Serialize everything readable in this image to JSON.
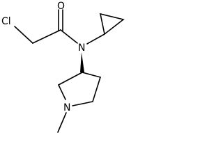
{
  "molecule": {
    "atoms": {
      "chlorine": "Cl",
      "oxygen": "O",
      "amide_nitrogen": "N",
      "ring_nitrogen": "N"
    },
    "colors": {
      "bond": "#000000",
      "label": "#000000",
      "background": "#ffffff"
    }
  }
}
